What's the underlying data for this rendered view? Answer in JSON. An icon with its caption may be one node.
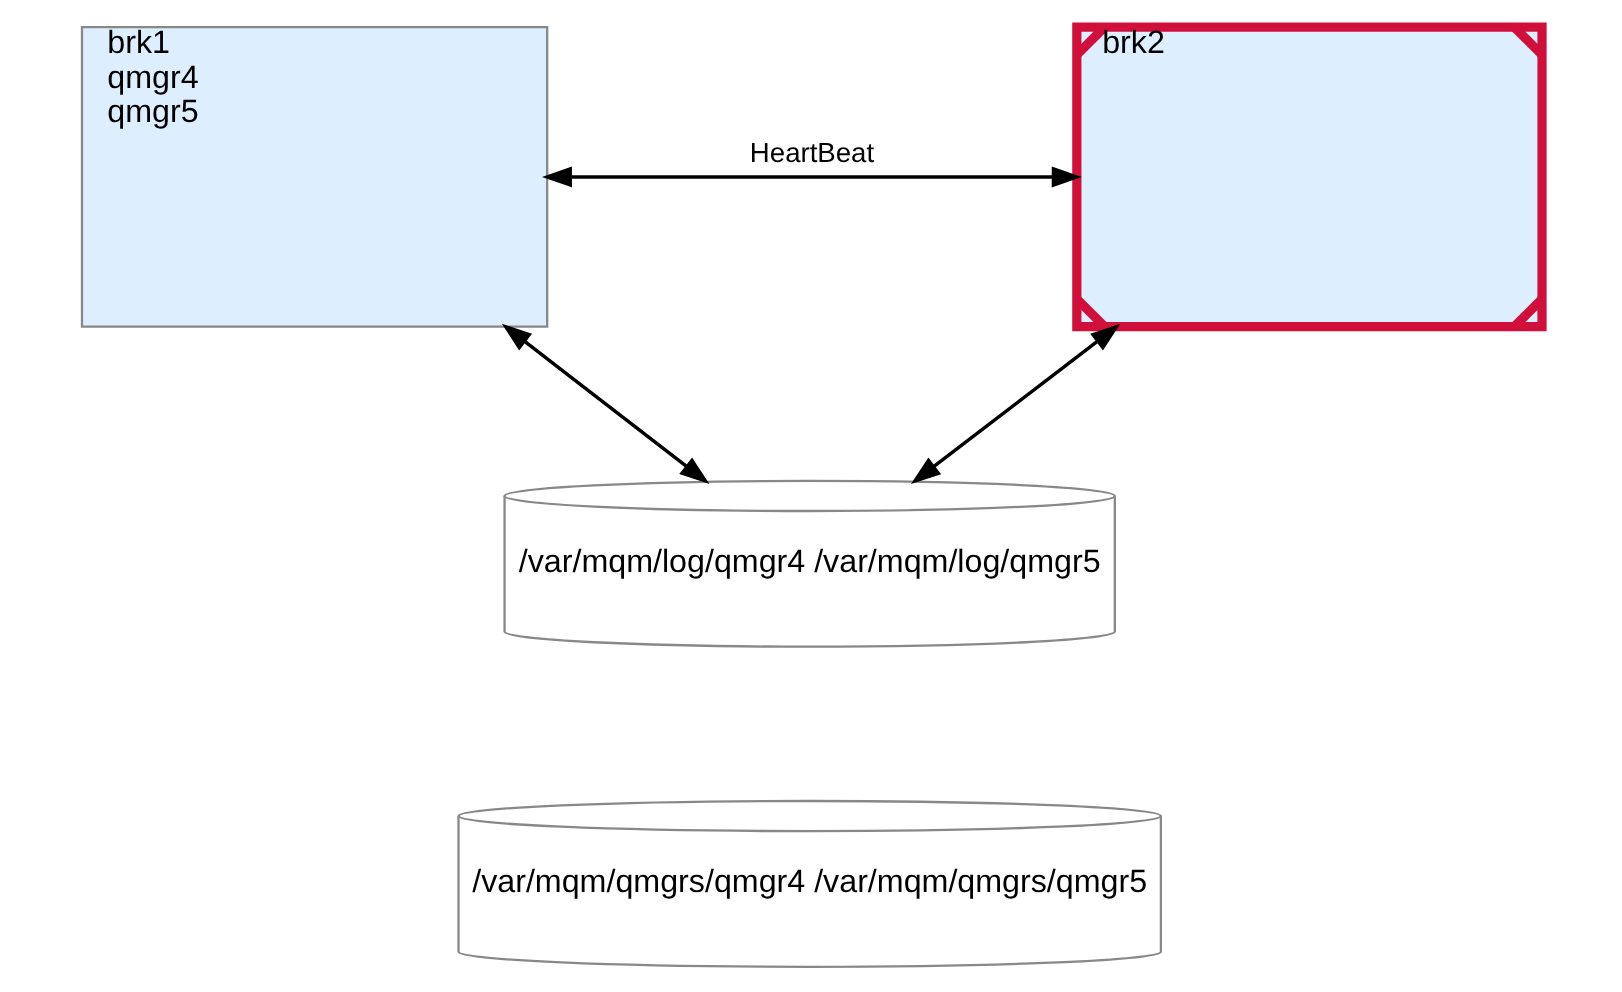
{
  "diagram": {
    "nodes": [
      {
        "text": [
          "brk1",
          "qmgr4",
          "qmgr5"
        ]
      },
      {
        "text": [
          "brk2"
        ]
      },
      {
        "text": [
          "/var/mqm/log/qmgr4 /var/mqm/log/qmgr5"
        ]
      },
      {
        "text": [
          "/var/mqm/qmgrs/qmgr4 /var/mqm/qmgrs/qmgr5"
        ]
      }
    ],
    "edges": [
      {
        "from": 0,
        "to": 1,
        "arrow": "both",
        "label": "HeartBeat"
      },
      {
        "from": 0,
        "to": 2,
        "arrow": "both"
      },
      {
        "from": 1,
        "to": 2,
        "arrow": "both"
      }
    ]
  }
}
